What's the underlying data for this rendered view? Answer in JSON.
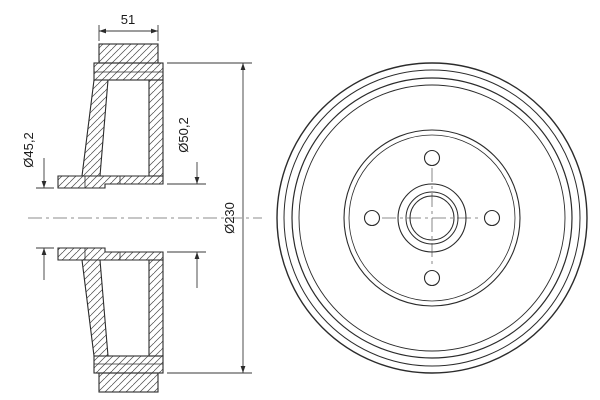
{
  "figure": {
    "kind": "brake-drum-technical-drawing"
  },
  "dimensions": {
    "width": "51",
    "bore_small": "Ø45,2",
    "bore_large": "Ø50,2",
    "outer_diameter": "Ø230"
  },
  "colors": {
    "line": "#2b2b2b",
    "dimension_line": "#3a3a3a",
    "centerline": "#6a6a6a",
    "background": "#ffffff"
  }
}
